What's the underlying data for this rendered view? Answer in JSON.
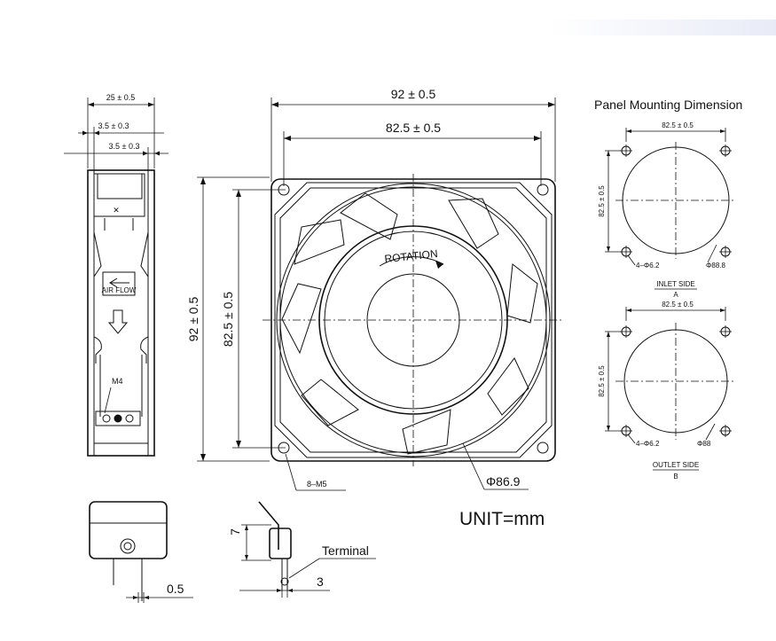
{
  "side_view": {
    "depth": "25 ± 0.5",
    "flange_top": "3.5 ± 0.3",
    "flange_bottom": "3.5 ± 0.3",
    "airflow_label": "AIR FLOW",
    "screw_label": "M4"
  },
  "front_view": {
    "width": "92 ± 0.5",
    "hole_pitch_x": "82.5 ± 0.5",
    "height": "92 ± 0.5",
    "hole_pitch_y": "82.5 ± 0.5",
    "rotation_label": "ROTATION",
    "holes_label": "8–M5",
    "diameter_label": "Φ86.9",
    "unit_label": "UNIT=mm"
  },
  "panel": {
    "title": "Panel Mounting Dimension",
    "inlet": {
      "pitch_x": "82.5 ± 0.5",
      "pitch_y": "82.5 ± 0.5",
      "holes": "4–Φ6.2",
      "diameter": "Φ88.8",
      "side_label": "INLET SIDE",
      "letter": "A"
    },
    "outlet": {
      "pitch_x": "82.5 ± 0.5",
      "pitch_y": "82.5 ± 0.5",
      "holes": "4–Φ6.2",
      "diameter": "Φ88",
      "side_label": "OUTLET SIDE",
      "letter": "B"
    }
  },
  "terminal_detail": {
    "pin_offset": "0.5",
    "height": "7",
    "label": "Terminal",
    "width": "3"
  }
}
